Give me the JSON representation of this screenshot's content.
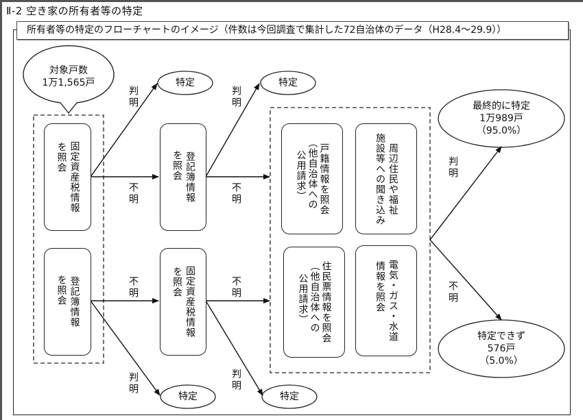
{
  "section_title": "Ⅱ-2  空き家の所有者等の特定",
  "caption": "所有者等の特定のフローチャートのイメージ（件数は今回調査で集計した72自治体のデータ（H28.4～29.9））",
  "start": {
    "line1": "対象戸数",
    "line2": "1万1,565戸"
  },
  "stage1": {
    "top": {
      "col1": "固定資産税情報",
      "col2": "を照会"
    },
    "bottom": {
      "col1": "登記簿情報",
      "col2": "を照会"
    }
  },
  "stage2": {
    "top": {
      "col1": "登記簿情報",
      "col2": "を照会"
    },
    "bottom": {
      "col1": "固定資産税情報",
      "col2": "を照会"
    }
  },
  "stage3": {
    "koseki": {
      "col1": "戸籍情報を照会",
      "col2": "（他自治体への",
      "col3": "公用請求）"
    },
    "neighbors": {
      "col1": "周辺住民や福祉",
      "col2": "施設等への聞き込み"
    },
    "jumin": {
      "col1": "住民票情報を照会",
      "col2": "（他自治体への",
      "col3": "公用請求）"
    },
    "utilities": {
      "col1": "電気・ガス・水道",
      "col2": "情報を照会"
    }
  },
  "identified_label": "特定",
  "edge_labels": {
    "found": "判明",
    "unknown": "不明"
  },
  "outcome_identified": {
    "line1": "最終的に特定",
    "line2": "1万989戸",
    "line3": "（95.0%）",
    "count": 10989,
    "percent": 95.0
  },
  "outcome_unidentified": {
    "line1": "特定できず",
    "line2": "576戸",
    "line3": "（5.0%）",
    "count": 576,
    "percent": 5.0
  },
  "total_count": 11565
}
